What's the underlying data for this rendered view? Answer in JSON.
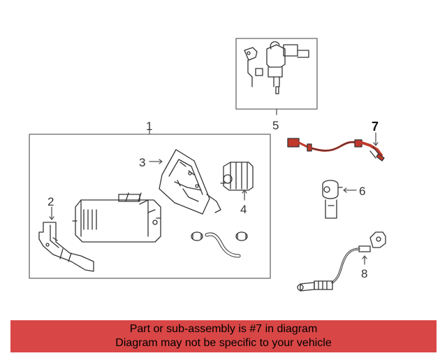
{
  "diagram": {
    "callouts": [
      "1",
      "2",
      "3",
      "4",
      "5",
      "6",
      "7",
      "8"
    ],
    "highlight_color": "#c0392b",
    "line_color": "#333333"
  },
  "banner": {
    "line1": "Part or sub-assembly is #7 in diagram",
    "line2": "Diagram may not be specific to your vehicle",
    "background": "#d94646"
  }
}
